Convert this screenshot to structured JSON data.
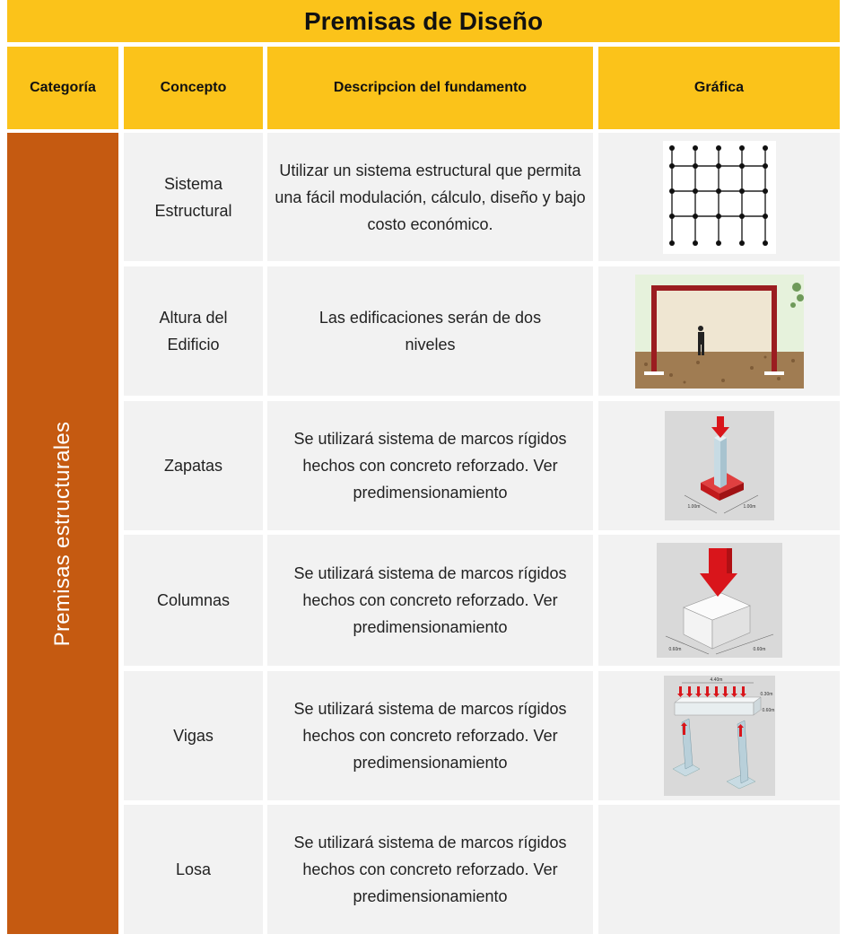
{
  "title": "Premisas de Diseño",
  "headers": {
    "categoria": "Categoría",
    "concepto": "Concepto",
    "descripcion": "Descripcion del fundamento",
    "grafica": "Gráfica"
  },
  "category": "Premisas estructurales",
  "rows": [
    {
      "concept": "Sistema Estructural",
      "description": "Utilizar un sistema estructural que permita una fácil modulación, cálculo, diseño y bajo costo económico.",
      "graphic": "grid-of-columns-plan"
    },
    {
      "concept": "Altura del Edificio",
      "description": "Las edificaciones serán de dos niveles",
      "graphic": "frame-elevation-with-person"
    },
    {
      "concept": "Zapatas",
      "description": "Se utilizará sistema de marcos rígidos hechos con concreto reforzado. Ver predimensionamiento",
      "graphic": "footing-3d-model"
    },
    {
      "concept": "Columnas",
      "description": "Se utilizará sistema de marcos rígidos hechos con concreto reforzado. Ver predimensionamiento",
      "graphic": "column-3d-model"
    },
    {
      "concept": "Vigas",
      "description": "Se utilizará sistema de marcos rígidos hechos con concreto reforzado. Ver predimensionamiento",
      "graphic": "beam-frame-3d-model"
    },
    {
      "concept": "Losa",
      "description": "Se utilizará sistema de marcos rígidos hechos con concreto reforzado. Ver predimensionamiento",
      "graphic": ""
    }
  ],
  "figure_labels": {
    "zap_a": "1.00m",
    "zap_b": "1.00m",
    "col_a": "0.60m",
    "col_b": "0.60m",
    "viga_span": "4.40m",
    "viga_h": "0.30m",
    "viga_h2": "0.60m"
  },
  "colors": {
    "header": "#fbc31a",
    "category": "#c55a11",
    "cell": "#f2f2f2",
    "accent_red": "#d9151b"
  }
}
